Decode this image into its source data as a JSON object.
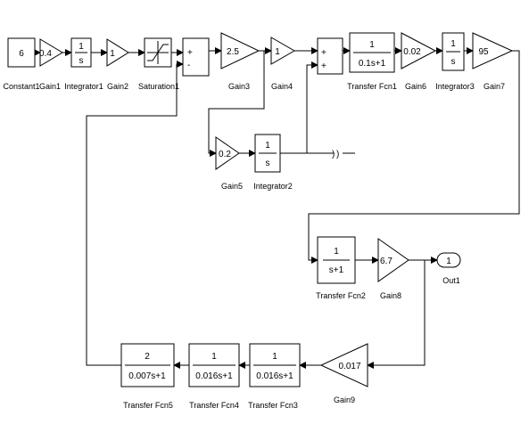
{
  "blocks": {
    "constant1": {
      "label": "Constant1",
      "value": "6"
    },
    "gain1": {
      "label": "Gain1",
      "value": "0.4"
    },
    "integrator1": {
      "label": "Integrator1",
      "num": "1",
      "den": "s"
    },
    "gain2": {
      "label": "Gain2",
      "value": "1"
    },
    "saturation1": {
      "label": "Saturation1"
    },
    "sum1": {
      "sign_top": "+",
      "sign_bottom": "-"
    },
    "gain3": {
      "label": "Gain3",
      "value": "2.5"
    },
    "gain4": {
      "label": "Gain4",
      "value": "1"
    },
    "sum2": {
      "sign_top": "+",
      "sign_bottom": "+"
    },
    "transfer_fcn1": {
      "label": "Transfer Fcn1",
      "num": "1",
      "den": "0.1s+1"
    },
    "gain6": {
      "label": "Gain6",
      "value": "0.02"
    },
    "integrator3": {
      "label": "Integrator3",
      "num": "1",
      "den": "s"
    },
    "gain7": {
      "label": "Gain7",
      "value": "95"
    },
    "gain5": {
      "label": "Gain5",
      "value": "0.2"
    },
    "integrator2": {
      "label": "Integrator2",
      "num": "1",
      "den": "s"
    },
    "transfer_fcn2": {
      "label": "Transfer Fcn2",
      "num": "1",
      "den": "s+1"
    },
    "gain8": {
      "label": "Gain8",
      "value": "6.7"
    },
    "out1": {
      "label": "Out1",
      "value": "1"
    },
    "gain9": {
      "label": "Gain9",
      "value": "0.017"
    },
    "transfer_fcn3": {
      "label": "Transfer Fcn3",
      "num": "1",
      "den": "0.016s+1"
    },
    "transfer_fcn4": {
      "label": "Transfer Fcn4",
      "num": "1",
      "den": "0.016s+1"
    },
    "transfer_fcn5": {
      "label": "Transfer Fcn5",
      "num": "2",
      "den": "0.007s+1"
    }
  }
}
